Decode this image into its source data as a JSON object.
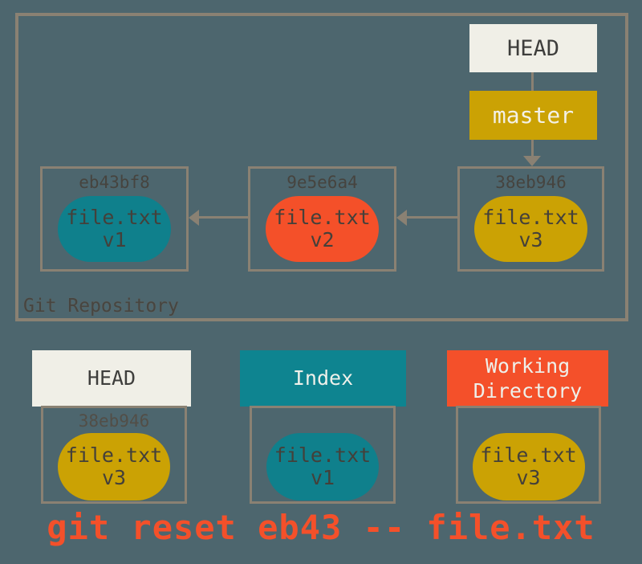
{
  "background_color": "#4d666e",
  "border_color": "#8a8173",
  "palette": {
    "teal": "#0f808c",
    "red": "#f45029",
    "gold": "#cba204",
    "cream": "#f0efe7"
  },
  "repository": {
    "label": "Git Repository",
    "head_pointer": {
      "label": "HEAD"
    },
    "branch_pointer": {
      "label": "master"
    },
    "commits": [
      {
        "hash": "eb43bf8",
        "file": "file.txt",
        "version": "v1",
        "color": "teal"
      },
      {
        "hash": "9e5e6a4",
        "file": "file.txt",
        "version": "v2",
        "color": "red"
      },
      {
        "hash": "38eb946",
        "file": "file.txt",
        "version": "v3",
        "color": "gold"
      }
    ]
  },
  "areas": [
    {
      "title": "HEAD",
      "hash": "38eb946",
      "file": "file.txt",
      "version": "v3",
      "color": "gold"
    },
    {
      "title": "Index",
      "hash": "",
      "file": "file.txt",
      "version": "v1",
      "color": "teal"
    },
    {
      "title": "Working Directory",
      "hash": "",
      "file": "file.txt",
      "version": "v3",
      "color": "gold"
    }
  ],
  "command": {
    "text": "git reset eb43 -- file.txt",
    "color": "#f4502a"
  }
}
